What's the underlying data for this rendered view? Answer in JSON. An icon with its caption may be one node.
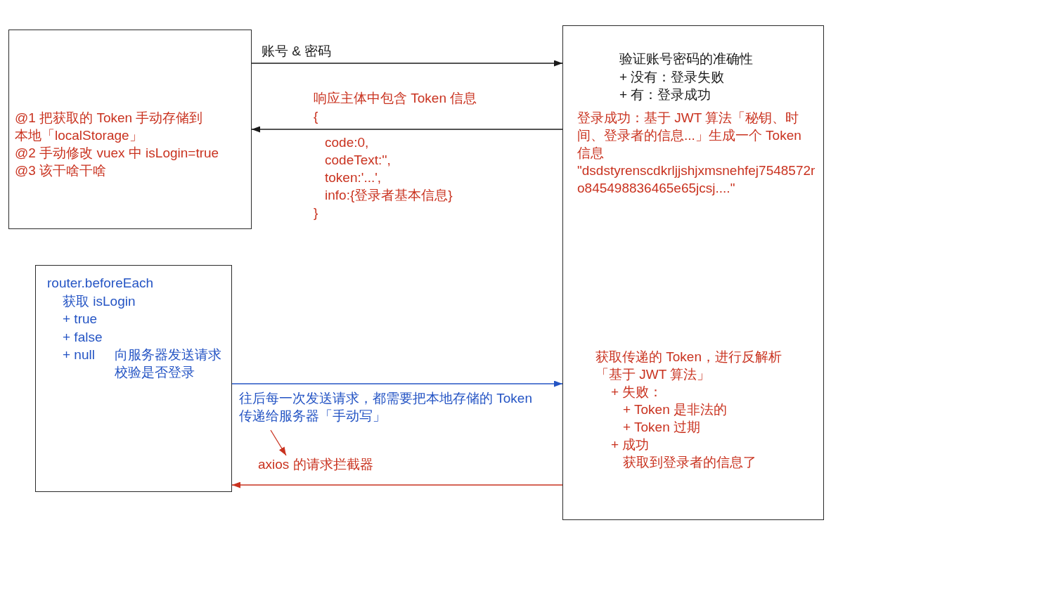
{
  "diagram": {
    "nodes": [
      {
        "text": [
          "@1 把获取的 Token 手动存储到本地「localStorage」",
          "@2 手动修改 vuex 中 isLogin=true",
          "@3 该干啥干啥"
        ]
      },
      {
        "text": [
          "router.beforeEach",
          "获取 isLogin",
          "+ true",
          "+ false",
          "+ null",
          "向服务器发送请求校验是否登录"
        ]
      },
      {
        "text": [
          "验证账号密码的准确性",
          "+ 没有：登录失败",
          "+ 有：登录成功",
          "登录成功：基于 JWT 算法「秘钥、时间、登录者的信息...」生成一个 Token 信息",
          "\"dsdstyrenscdkrljjshjxmsnehfej7548572ro845498836465e65jcsj....\"",
          "获取传递的 Token，进行反解析「基于 JWT 算法」",
          "+ 失败：",
          "+ Token 是非法的",
          "+ Token 过期",
          "+ 成功",
          "获取到登录者的信息了"
        ]
      },
      {
        "text": [
          "axios 的请求拦截器"
        ]
      }
    ],
    "edges": [
      {
        "from": 0,
        "to": 2,
        "arrow": "to",
        "label": "账号 & 密码"
      },
      {
        "from": 2,
        "to": 0,
        "arrow": "to",
        "label": "响应主体中包含 Token 信息"
      },
      {
        "from": 1,
        "to": 2,
        "arrow": "to",
        "label": "往后每一次发送请求，都需要把本地存储的 Token 传递给服务器「手动写」",
        "color": "#2454c4"
      },
      {
        "from": null,
        "to": 3,
        "arrow": "to",
        "color": "#c9321f"
      },
      {
        "from": 2,
        "to": 1,
        "arrow": "to",
        "color": "#c9321f"
      }
    ],
    "labels": [
      "{",
      "code:0,",
      "codeText:'',",
      "token:'...',",
      "info:{登录者基本信息}",
      "}"
    ]
  }
}
